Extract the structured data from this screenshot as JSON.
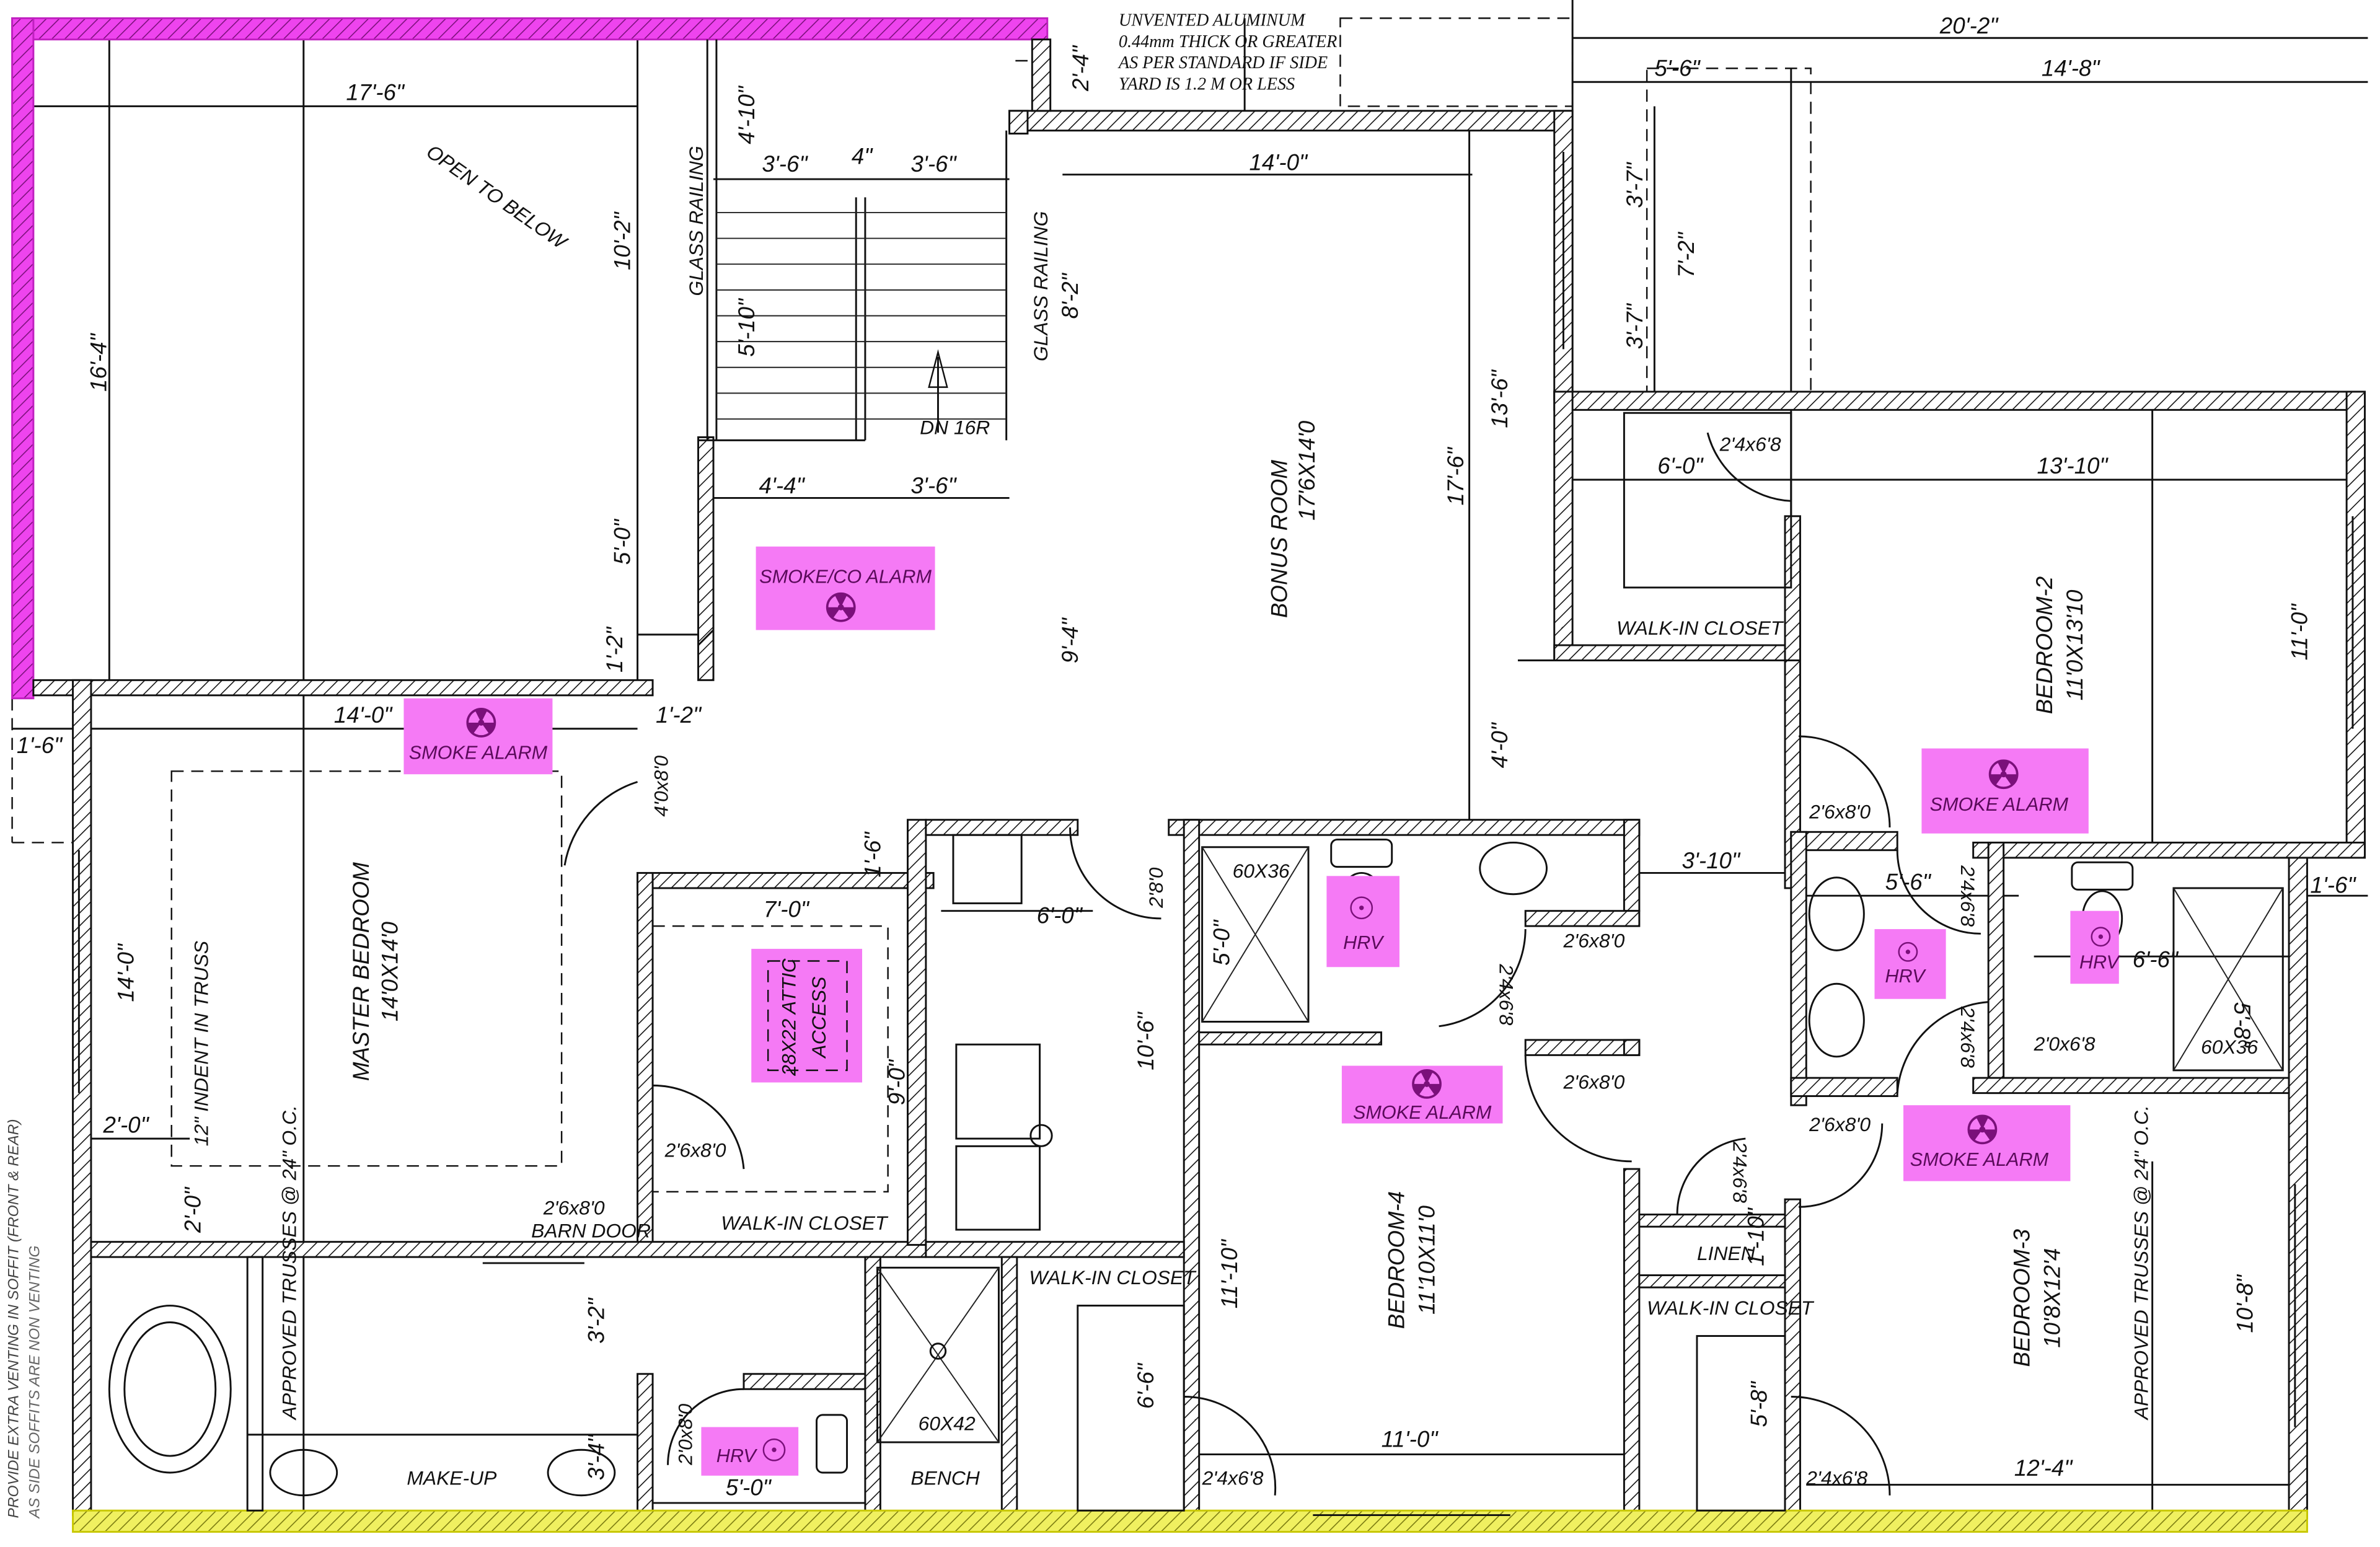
{
  "colors": {
    "highlight_alarm": "#f57af5",
    "highlight_exterior_wall": "#ee44ee",
    "highlight_front_wall": "#f0f060",
    "line": "#111111"
  },
  "notes": {
    "aluminum": [
      "UNVENTED ALUMINUM",
      "0.44mm THICK OR GREATER",
      "AS PER STANDARD IF SIDE",
      "YARD IS 1.2 M OR LESS"
    ],
    "soffit": [
      "PROVIDE EXTRA VENTING IN SOFFIT (FRONT & REAR)",
      "AS SIDE SOFFITS ARE NON VENTING"
    ],
    "trusses_left": "APPROVED TRUSSES @ 24\" O.C.",
    "trusses_right": "APPROVED TRUSSES @ 24\" O.C.",
    "open_to_below": "OPEN TO BELOW",
    "glass_railing_1": "GLASS RAILING",
    "glass_railing_2": "GLASS RAILING",
    "stair": "DN 16R",
    "indent": "12\" INDENT IN TRUSS",
    "barn_door": "BARN DOOR"
  },
  "rooms": {
    "bonus": {
      "name": "BONUS ROOM",
      "size": "17'6X14'0"
    },
    "master": {
      "name": "MASTER BEDROOM",
      "size": "14'0X14'0"
    },
    "bedroom2": {
      "name": "BEDROOM-2",
      "size": "11'0X13'10"
    },
    "bedroom3": {
      "name": "BEDROOM-3",
      "size": "10'8X12'4"
    },
    "bedroom4": {
      "name": "BEDROOM-4",
      "size": "11'10X11'0"
    },
    "wic_master": "WALK-IN CLOSET",
    "wic_bed2": "WALK-IN CLOSET",
    "wic_bed4": "WALK-IN CLOSET",
    "wic_bed3": "WALK-IN CLOSET",
    "linen": "LINEN",
    "makeup": "MAKE-UP",
    "bench": "BENCH",
    "attic": [
      "28X22 ATTIC",
      "ACCESS"
    ]
  },
  "fixtures": {
    "shower_master": "60X42",
    "shower_bath4": "60X36",
    "shower_ensuite": "60X36"
  },
  "alarms": {
    "smoke_co": "SMOKE/CO ALARM",
    "smoke_master": "SMOKE ALARM",
    "smoke_bed2": "SMOKE ALARM",
    "smoke_bed4": "SMOKE ALARM",
    "smoke_bed3": "SMOKE ALARM",
    "hrv_bath4": "HRV",
    "hrv_jack": "HRV",
    "hrv_ensuite": "HRV",
    "hrv_master": "HRV"
  },
  "doors": {
    "d_master": "4'0x8'0",
    "d_master_wic": "2'6x8'0",
    "d_barn": "2'6x8'0",
    "d_ens_master": "2'0x8'0",
    "d_bath4_closet": "2'8'0",
    "d_bed2_wic": "2'4x6'8",
    "d_bed2": "2'6x8'0",
    "d_bath4_a": "2'6x8'0",
    "d_bath4_b": "2'4x6'8",
    "d_bath4_c": "2'6x8'0",
    "d_jack_1": "2'4x6'8",
    "d_jack_2": "2'4x6'8",
    "d_jack_3": "2'0x6'8",
    "d_bed3": "2'6x8'0",
    "d_linen": "2'4x6'8",
    "d_wic4": "2'4x6'8",
    "d_wic3": "2'4x6'8"
  },
  "dimensions": {
    "top_total": "20'-2\"",
    "top_55": "5'-6\"",
    "top_148": "14'-8\"",
    "d_24": "2'-4\"",
    "d_176": "17'-6\"",
    "d_164": "16'-4\"",
    "d_410": "4'-10\"",
    "d_36a": "3'-6\"",
    "d_4": "4\"",
    "d_36b": "3'-6\"",
    "d_140": "14'-0\"",
    "d_102": "10'-2\"",
    "d_510": "5'-10\"",
    "d_82": "8'-2\"",
    "d_37a": "3'-7\"",
    "d_72": "7'-2\"",
    "d_37b": "3'-7\"",
    "d_136": "13'-6\"",
    "d_175": "17'-6\"",
    "d_44": "4'-4\"",
    "d_36c": "3'-6\"",
    "d_50": "5'-0\"",
    "d_60": "6'-0\"",
    "d_1310": "13'-10\"",
    "d_110r": "11'-0\"",
    "d_12a": "1'-2\"",
    "d_12b": "1'-2\"",
    "d_94": "9'-4\"",
    "d_40": "4'-0\"",
    "d_140m": "14'-0\"",
    "d_16l": "1'-6\"",
    "d_16": "1'-6\"",
    "d_70": "7'-0\"",
    "d_60b": "6'-0\"",
    "d_310": "3'-10\"",
    "d_56": "5'-6\"",
    "d_66": "6'-6\"",
    "d_58": "5'-8\"",
    "d_16r": "1'-6\"",
    "d_140v": "14'-0\"",
    "d_90": "9'-0\"",
    "d_106": "10'-6\"",
    "d_50b": "5'-0\"",
    "d_20a": "2'-0\"",
    "d_20b": "2'-0\"",
    "d_1110": "11'-10\"",
    "d_1010": "1'-10\"",
    "d_32": "3'-2\"",
    "d_34": "3'-4\"",
    "d_66b": "6'-6\"",
    "d_110b": "11'-0\"",
    "d_58b": "5'-8\"",
    "d_124": "12'-4\"",
    "d_108": "10'-8\"",
    "d_50c": "5'-0\""
  }
}
